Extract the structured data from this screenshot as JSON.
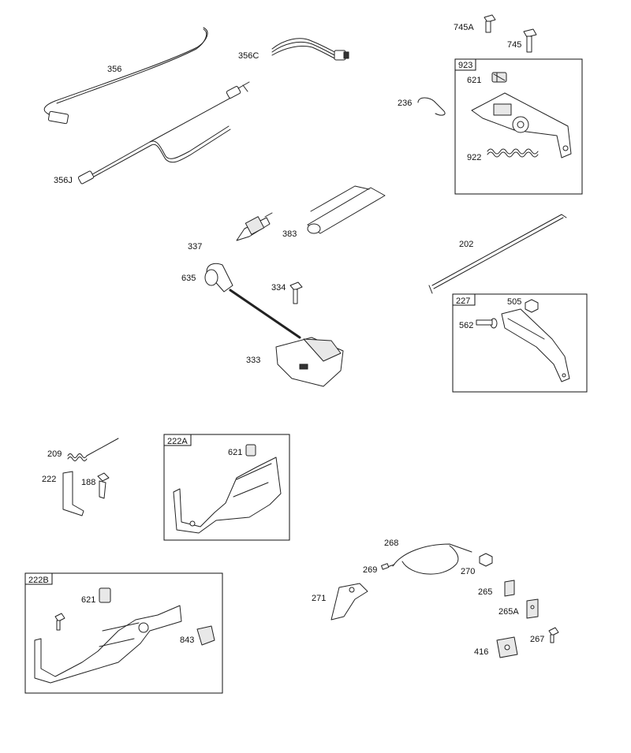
{
  "labels": {
    "p356": "356",
    "p356C": "356C",
    "p356J": "356J",
    "p745A": "745A",
    "p745": "745",
    "p236": "236",
    "p923": "923",
    "p621_923": "621",
    "p922": "922",
    "p337": "337",
    "p383": "383",
    "p635": "635",
    "p334": "334",
    "p333": "333",
    "p202": "202",
    "p227": "227",
    "p505": "505",
    "p562": "562",
    "p209": "209",
    "p222": "222",
    "p188": "188",
    "p222A": "222A",
    "p621_222A": "621",
    "p222B": "222B",
    "p621_222B": "621",
    "p843": "843",
    "p268": "268",
    "p269": "269",
    "p270": "270",
    "p271": "271",
    "p265": "265",
    "p265A": "265A",
    "p267": "267",
    "p416": "416"
  }
}
